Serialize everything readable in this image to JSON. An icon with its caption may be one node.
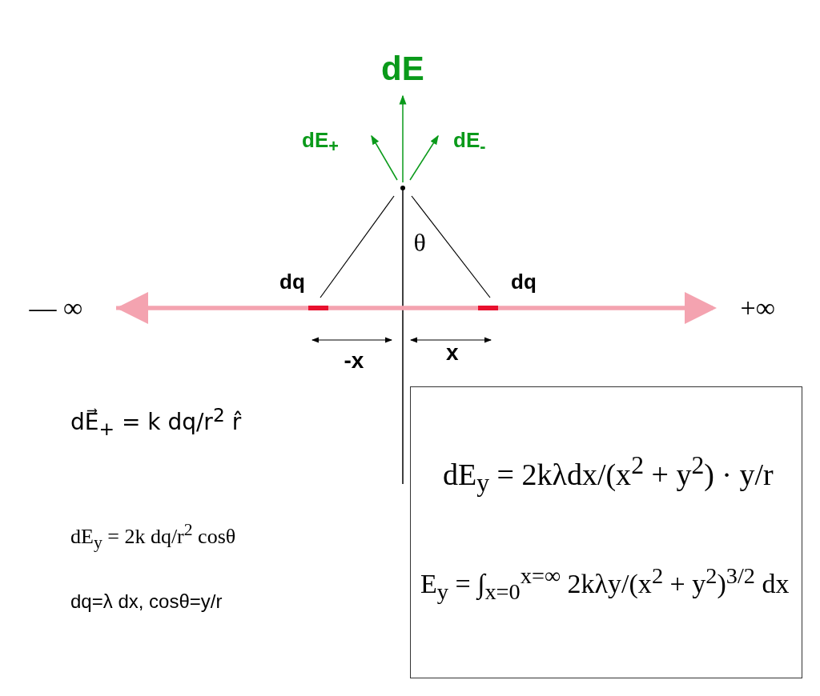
{
  "diagram": {
    "nodes": [
      {
        "text": [
          "dE$_{y}$ = 2kλdx/(x$^{2}$ + y$^{2}$) · y/r",
          "E$_{y}$ = ∫$_{x=0}$$^{x=∞}$ 2kλy/(x$^{2}$ + y$^{2}$)$^{3/2}$ dx"
        ]
      }
    ],
    "labels": [
      "dE",
      "dE$_{+}$",
      "dE$_{-}$",
      "θ",
      "dq",
      "dq",
      "— ∞",
      "+∞",
      "-x",
      "x",
      "dE⃗$_{+}$ = k dq/r$^{2}$ r̂",
      "dE$_{y}$ = 2k dq/r$^{2}$ cosθ",
      "dq=λ dx, cosθ=y/r"
    ]
  }
}
